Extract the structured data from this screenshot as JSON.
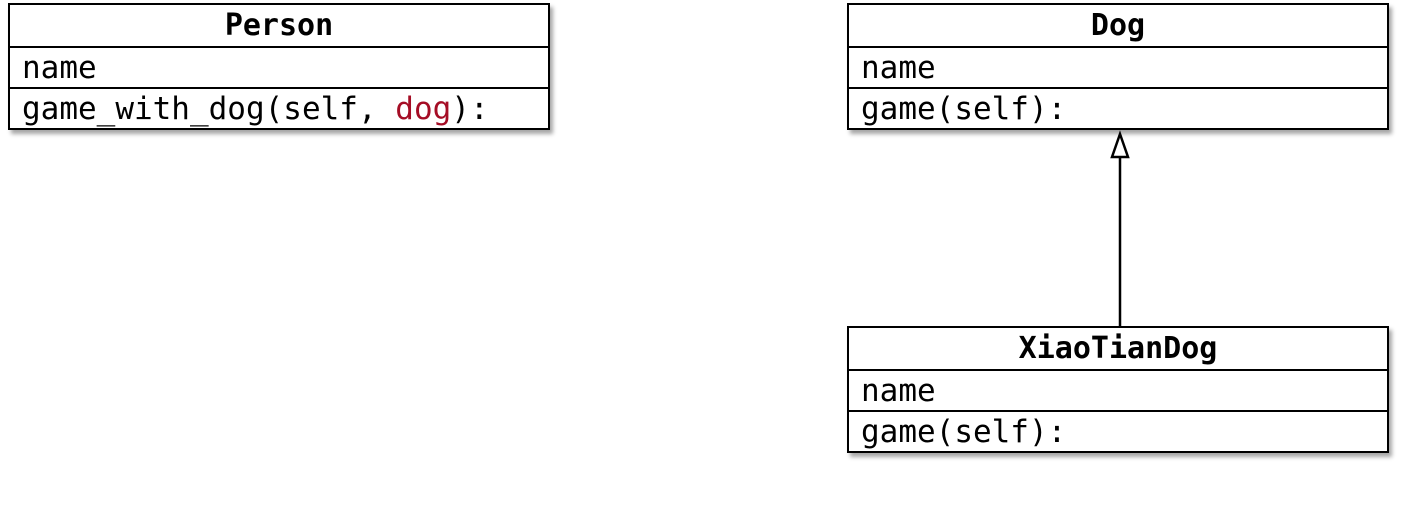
{
  "classes": {
    "person": {
      "name": "Person",
      "attribute": "name",
      "method_prefix": "game_with_dog(self, ",
      "method_param": "dog",
      "method_suffix": "):"
    },
    "dog": {
      "name": "Dog",
      "attribute": "name",
      "method": "game(self):"
    },
    "xiaotiandog": {
      "name": "XiaoTianDog",
      "attribute": "name",
      "method": "game(self):"
    }
  },
  "relations": [
    {
      "type": "inheritance",
      "from": "XiaoTianDog",
      "to": "Dog"
    }
  ],
  "colors": {
    "param_highlight": "#a50d25",
    "border": "#000000"
  }
}
